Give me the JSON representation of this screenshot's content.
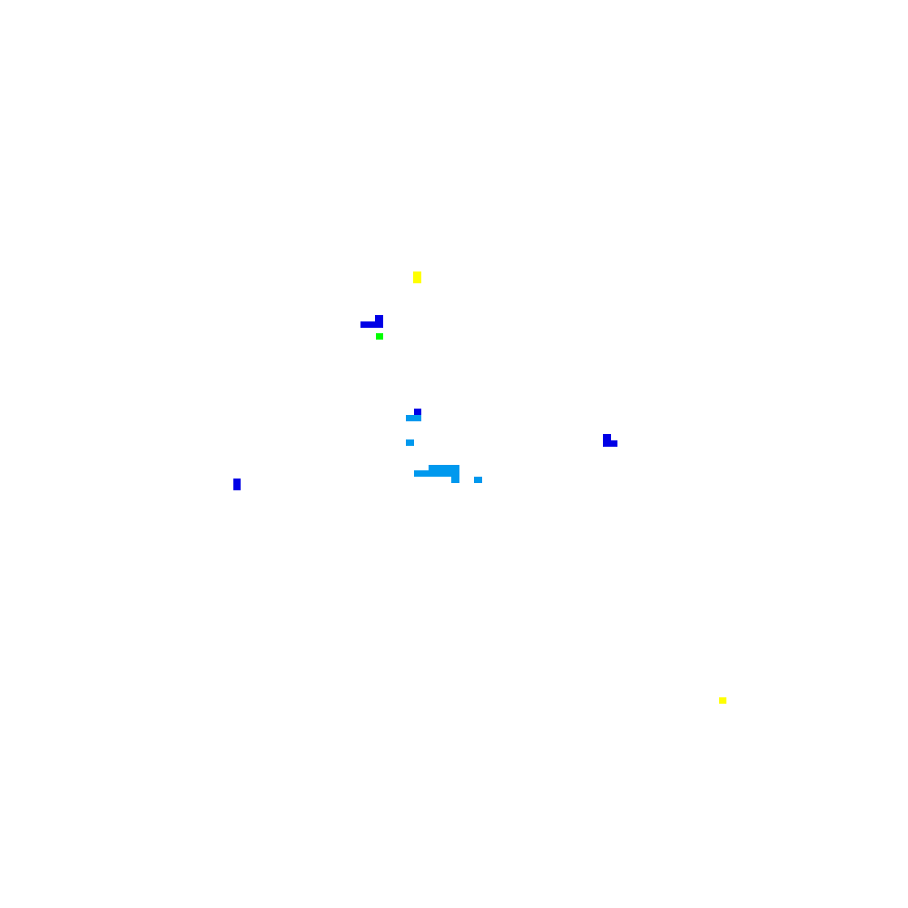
{
  "palette": {
    "background": "#ffffff",
    "yellow": "#ffff00",
    "blue": "#0000e6",
    "green": "#00ff00",
    "light_blue": "#0099ee"
  },
  "marks": [
    {
      "id": "yellow-mark-1",
      "color": "yellow"
    },
    {
      "id": "blue-mark-1",
      "color": "blue"
    },
    {
      "id": "green-mark-1",
      "color": "green"
    },
    {
      "id": "blue-mark-2",
      "color": "blue"
    },
    {
      "id": "light-blue-mark-1",
      "color": "light_blue"
    },
    {
      "id": "light-blue-mark-2",
      "color": "light_blue"
    },
    {
      "id": "blue-mark-3",
      "color": "blue"
    },
    {
      "id": "light-blue-mark-3",
      "color": "light_blue"
    },
    {
      "id": "light-blue-mark-4",
      "color": "light_blue"
    },
    {
      "id": "blue-mark-4",
      "color": "blue"
    },
    {
      "id": "yellow-mark-2",
      "color": "yellow"
    }
  ]
}
